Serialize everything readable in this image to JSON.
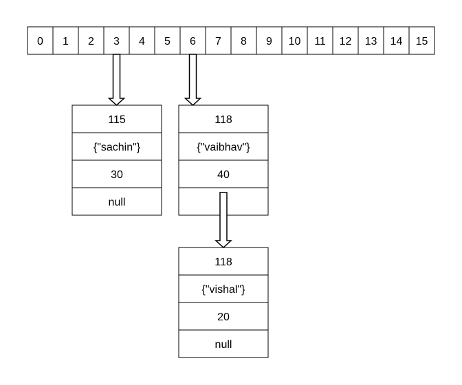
{
  "array": {
    "indices": [
      "0",
      "1",
      "2",
      "3",
      "4",
      "5",
      "6",
      "7",
      "8",
      "9",
      "10",
      "11",
      "12",
      "13",
      "14",
      "15"
    ]
  },
  "nodes": [
    {
      "id": "node-a",
      "fields": [
        "115",
        "{\"sachin\"}",
        "30",
        "null"
      ]
    },
    {
      "id": "node-b",
      "fields": [
        "118",
        "{\"vaibhav\"}",
        "40",
        ""
      ]
    },
    {
      "id": "node-c",
      "fields": [
        "118",
        "{\"vishal\"}",
        "20",
        "null"
      ]
    }
  ],
  "links": [
    {
      "from": "array-3",
      "to": "node-a"
    },
    {
      "from": "array-6",
      "to": "node-b"
    },
    {
      "from": "node-b-next",
      "to": "node-c"
    }
  ],
  "colors": {
    "stroke": "#000000",
    "fill": "#ffffff",
    "text": "#000000"
  }
}
